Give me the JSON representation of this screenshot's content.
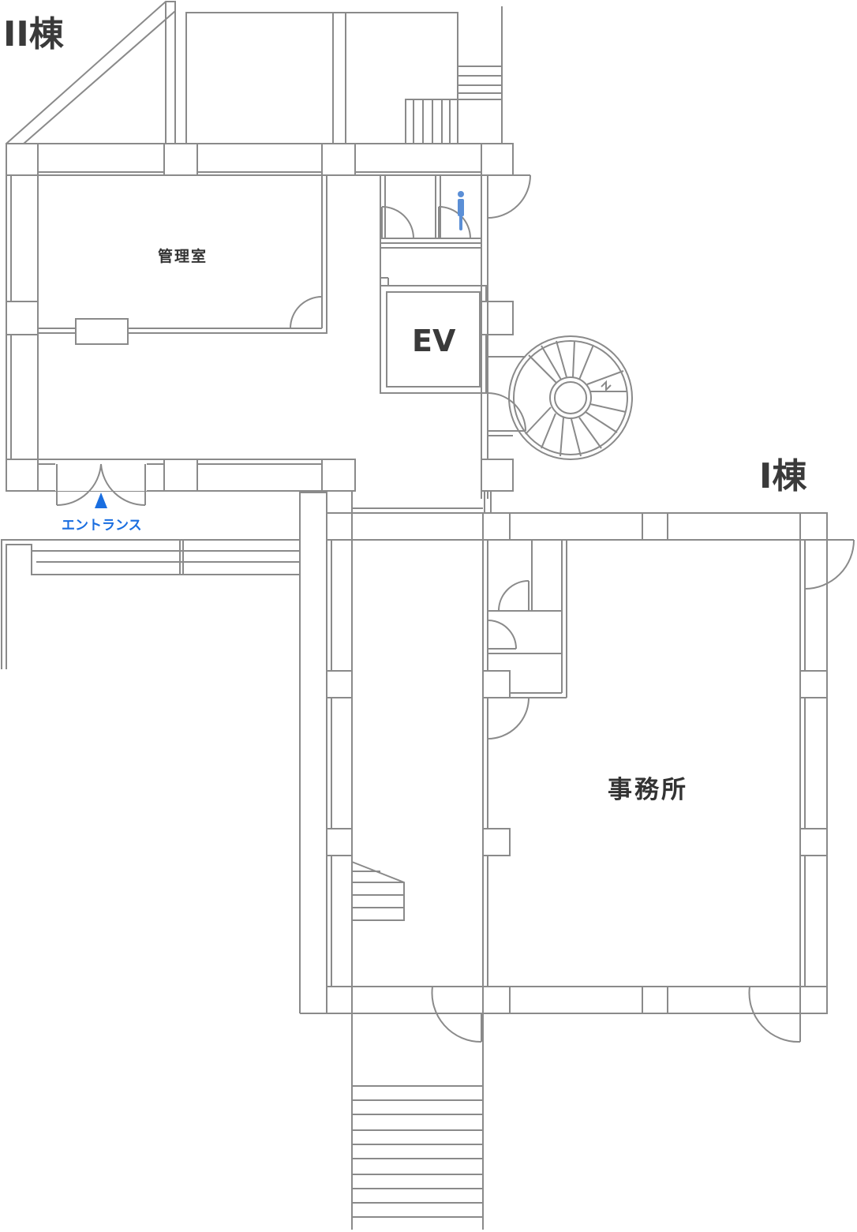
{
  "buildings": {
    "building2": "II棟",
    "building1": "I棟"
  },
  "rooms": {
    "kanrishitsu": "管理室",
    "elevator": "EV",
    "jimusho": "事務所"
  },
  "entrance": {
    "label": "エントランス"
  },
  "icons": {
    "entrance_marker": "triangle-up-icon",
    "restroom": "person-icon"
  },
  "colors": {
    "wall": "#8a8a8a",
    "accent": "#1a6ee0",
    "restroom_icon": "#5b8fd6",
    "text": "#3a3a3a"
  }
}
